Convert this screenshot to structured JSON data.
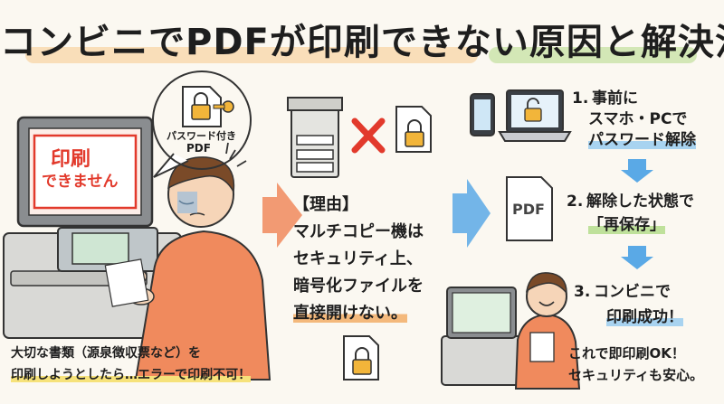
{
  "title": "コンビニでPDFが印刷できない原因と解決法",
  "screen_text": {
    "line1": "印刷",
    "line2": "できません"
  },
  "bubble_label": {
    "line1": "パスワード付き",
    "line2": "PDF"
  },
  "caption": {
    "line1": "大切な書類（源泉徴収票など）を",
    "line2": "印刷しようとしたら…エラーで印刷不可！"
  },
  "reason": {
    "heading": "【理由】",
    "lines": [
      "マルチコピー機は",
      "セキュリティ上、",
      "暗号化ファイルを",
      "直接開けない。"
    ]
  },
  "pdf_label": "PDF",
  "steps": [
    {
      "num": "1.",
      "line1": "事前に",
      "line2": "スマホ・PCで",
      "line3": "パスワード解除"
    },
    {
      "num": "2.",
      "line1": "解除した状態で",
      "line2": "「再保存」"
    },
    {
      "num": "3.",
      "line1": "コンビニで",
      "line2": "印刷成功！"
    }
  ],
  "result": {
    "line1": "これで即印刷OK！",
    "line2": "セキュリティも安心。"
  },
  "colors": {
    "orange": "#f08a5d",
    "blue": "#5aa9e6",
    "red": "#e23a2c",
    "green": "#b9dc8f"
  }
}
